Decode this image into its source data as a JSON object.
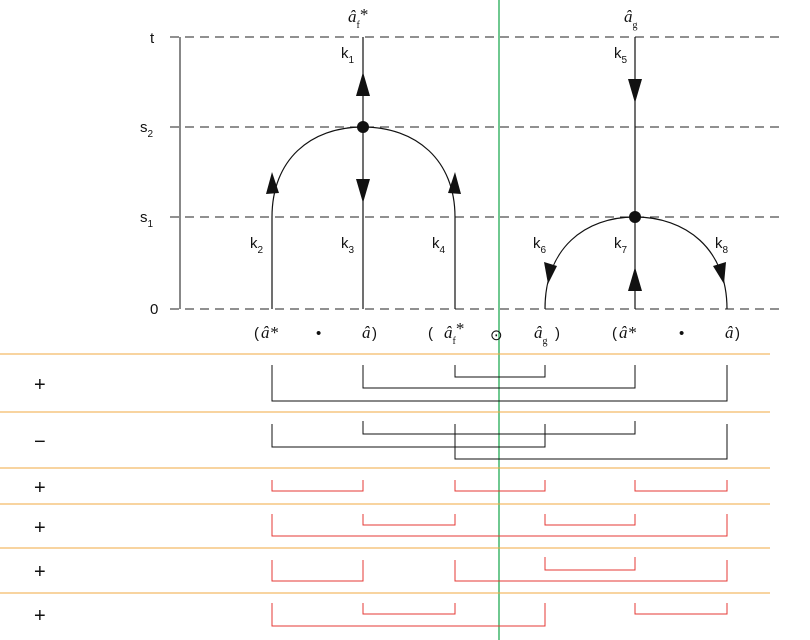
{
  "colors": {
    "ink": "#111111",
    "dash": "#222222",
    "separator": "#f0a840",
    "divider": "#22aa55",
    "red_contraction": "#e53935"
  },
  "time_axis": {
    "t": "t",
    "s2": "s",
    "s2_sub": "2",
    "s1": "s",
    "s1_sub": "1",
    "zero": "0"
  },
  "top_operators": {
    "left": {
      "base": "â",
      "sub": "f",
      "sup": "*"
    },
    "right": {
      "base": "â",
      "sub": "g"
    }
  },
  "momentum_labels": [
    {
      "k": "k",
      "sub": "1"
    },
    {
      "k": "k",
      "sub": "2"
    },
    {
      "k": "k",
      "sub": "3"
    },
    {
      "k": "k",
      "sub": "4"
    },
    {
      "k": "k",
      "sub": "5"
    },
    {
      "k": "k",
      "sub": "6"
    },
    {
      "k": "k",
      "sub": "7"
    },
    {
      "k": "k",
      "sub": "8"
    }
  ],
  "bottom_operators": {
    "lparen1": "(",
    "a_star_1": "â*",
    "dot1": "•",
    "a_1": "â",
    "rparen1": ")",
    "lparen2": "(",
    "af_star": "â",
    "af_sub": "f",
    "af_sup": "*",
    "odot": "⊙",
    "ag": "â",
    "ag_sub": "g",
    "rparen2": ")",
    "lparen3": "(",
    "a_star_3": "â*",
    "dot3": "•",
    "a_3": "â",
    "rparen3": ")"
  },
  "contraction_rows": [
    {
      "sign": "+"
    },
    {
      "sign": "−"
    },
    {
      "sign": "+"
    },
    {
      "sign": "+"
    },
    {
      "sign": "+"
    },
    {
      "sign": "+"
    }
  ]
}
